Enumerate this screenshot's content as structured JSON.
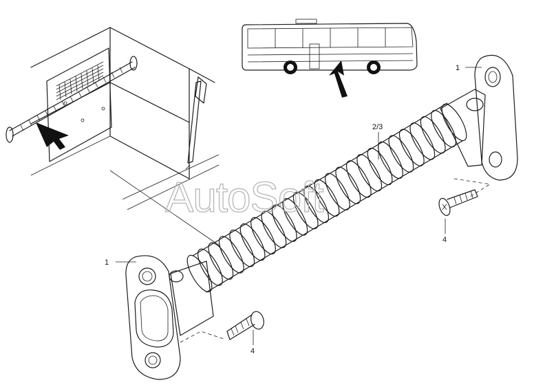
{
  "watermark": "AutoSoft",
  "callouts": {
    "part_1_top": "1",
    "part_1_bottom": "1",
    "part_2_3": "2/3",
    "part_4_right": "4",
    "part_4_bottom": "4"
  },
  "icons": {
    "bus": "bus-side-view-icon",
    "arrow": "location-arrow-icon"
  }
}
